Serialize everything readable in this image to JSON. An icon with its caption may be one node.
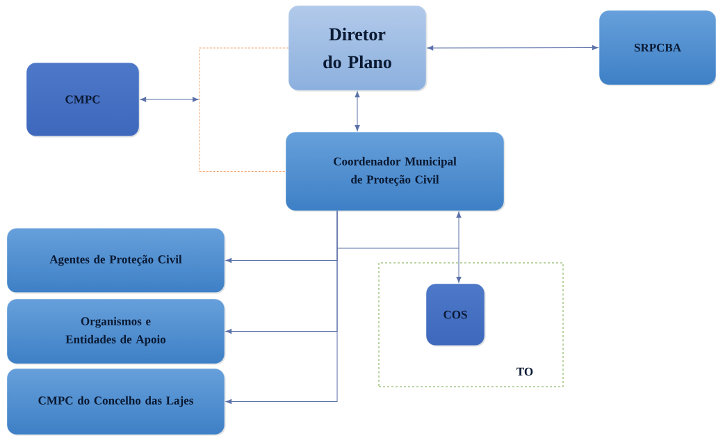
{
  "diagram": {
    "nodes": [
      {
        "text": [
          "Diretor do Plano"
        ]
      },
      {
        "text": [
          "SRPCBA"
        ]
      },
      {
        "text": [
          "CMPC"
        ]
      },
      {
        "text": [
          "Coordenador Municipal de Proteção Civil"
        ]
      },
      {
        "text": [
          "Agentes de Proteção Civil"
        ]
      },
      {
        "text": [
          "Organismos e Entidades de Apoio"
        ]
      },
      {
        "text": [
          "CMPC do Concelho das Lajes"
        ]
      },
      {
        "text": [
          "TO"
        ]
      },
      {
        "text": [
          "COS"
        ],
        "in": 7
      }
    ],
    "edges": [
      {
        "from": 0,
        "to": 1,
        "arrow": "both"
      },
      {
        "from": 0,
        "to": 3,
        "arrow": "both"
      },
      {
        "from": 0,
        "to": 3,
        "arrow": "none",
        "style": "dashed",
        "color": "#f4a46a"
      },
      {
        "from": null,
        "to": 2,
        "arrow": "both"
      },
      {
        "from": 3,
        "to": 4,
        "arrow": "to"
      },
      {
        "from": 3,
        "to": 5,
        "arrow": "to"
      },
      {
        "from": 3,
        "to": 6,
        "arrow": "to"
      },
      {
        "from": 3,
        "to": 8,
        "arrow": "both"
      }
    ]
  }
}
